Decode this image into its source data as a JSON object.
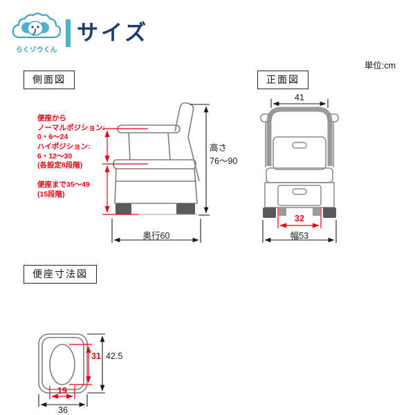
{
  "page": {
    "logo_text": "らくゾウくん",
    "title": "サイズ",
    "unit_label": "単位:cm"
  },
  "colors": {
    "accent_teal": "#3ba4c4",
    "title_navy": "#1e3c74",
    "dimension_red": "#e60012"
  },
  "side_view": {
    "label": "側面図",
    "seat_annotation": {
      "line1": "便座から",
      "line2": "ノーマルポジション:",
      "line3": "0・6〜24",
      "line4": "ハイポジション:",
      "line5": "6・12〜30",
      "line6": "(各設定8段階)"
    },
    "floor_annotation": {
      "line1": "便座まで35〜49",
      "line2": "(15段階)"
    },
    "height_label": "高さ",
    "height_value": "76〜90",
    "depth_value": "奥行60"
  },
  "front_view": {
    "label": "正面図",
    "top_width_value": "41",
    "inner_width_value": "32",
    "total_width_value": "幅53"
  },
  "seat_view": {
    "label": "便座寸法図",
    "hole_length_value": "31",
    "seat_length_value": "42.5",
    "hole_width_value": "19",
    "seat_width_value": "36"
  }
}
